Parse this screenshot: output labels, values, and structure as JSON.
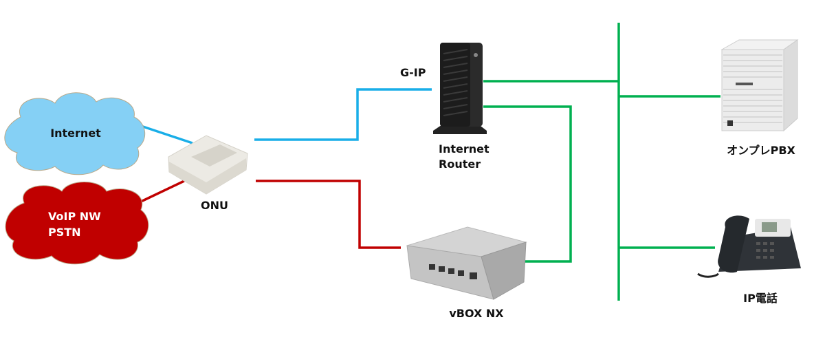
{
  "colors": {
    "internet_link": "#19aee8",
    "voip_link": "#c00000",
    "lan": "#00b050",
    "internet_cloud": "#85d0f5",
    "voip_cloud": "#c00000"
  },
  "nodes": {
    "internet": {
      "label": "Internet"
    },
    "voip": {
      "line1": "VoIP NW",
      "line2": "PSTN"
    },
    "onu": {
      "label": "ONU"
    },
    "router": {
      "line1": "Internet",
      "line2": "Router",
      "port_label": "G-IP"
    },
    "vbox": {
      "label": "vBOX NX"
    },
    "pbx": {
      "label": "オンプレPBX"
    },
    "phone": {
      "label": "IP電話"
    }
  }
}
